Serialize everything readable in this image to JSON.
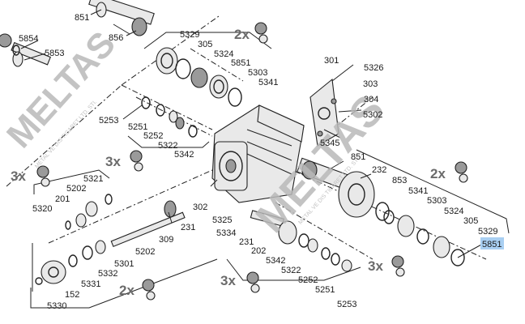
{
  "watermark": {
    "brand": "MELTAS",
    "line": "METAL VE DIS TICARET LTD. STI."
  },
  "highlighted_label": "5851",
  "labels": {
    "l851_top": "851",
    "l856": "856",
    "l5854": "5854",
    "l5853": "5853",
    "l5329_top": "5329",
    "l305_top": "305",
    "l5324_top": "5324",
    "l5851_top": "5851",
    "l5303_top": "5303",
    "l5341_top": "5341",
    "l301": "301",
    "l5326": "5326",
    "l303": "303",
    "l304": "304",
    "l5302": "5302",
    "l5345": "5345",
    "l5253_left": "5253",
    "l5251_left": "5251",
    "l5252_left": "5252",
    "l5322_left": "5322",
    "l5342_left": "5342",
    "l5321": "5321",
    "l5202_a": "5202",
    "l201": "201",
    "l5320": "5320",
    "l302": "302",
    "l231_a": "231",
    "l5325": "5325",
    "l309": "309",
    "l5202_b": "5202",
    "l5301": "5301",
    "l5332": "5332",
    "l5331": "5331",
    "l152": "152",
    "l5330": "5330",
    "l5334": "5334",
    "l231_b": "231",
    "l202": "202",
    "l5342_bot": "5342",
    "l5322_bot": "5322",
    "l5252_bot": "5252",
    "l5251_bot": "5251",
    "l5253_bot": "5253",
    "l851_right": "851",
    "l232": "232",
    "l853": "853",
    "l5341_right": "5341",
    "l5303_right": "5303",
    "l5324_right": "5324",
    "l305_right": "305",
    "l5329_right": "5329"
  },
  "multipliers": {
    "m1": "2x",
    "m2": "3x",
    "m3": "3x",
    "m4": "2x",
    "m5": "3x",
    "m6": "3x",
    "m7": "2x"
  }
}
